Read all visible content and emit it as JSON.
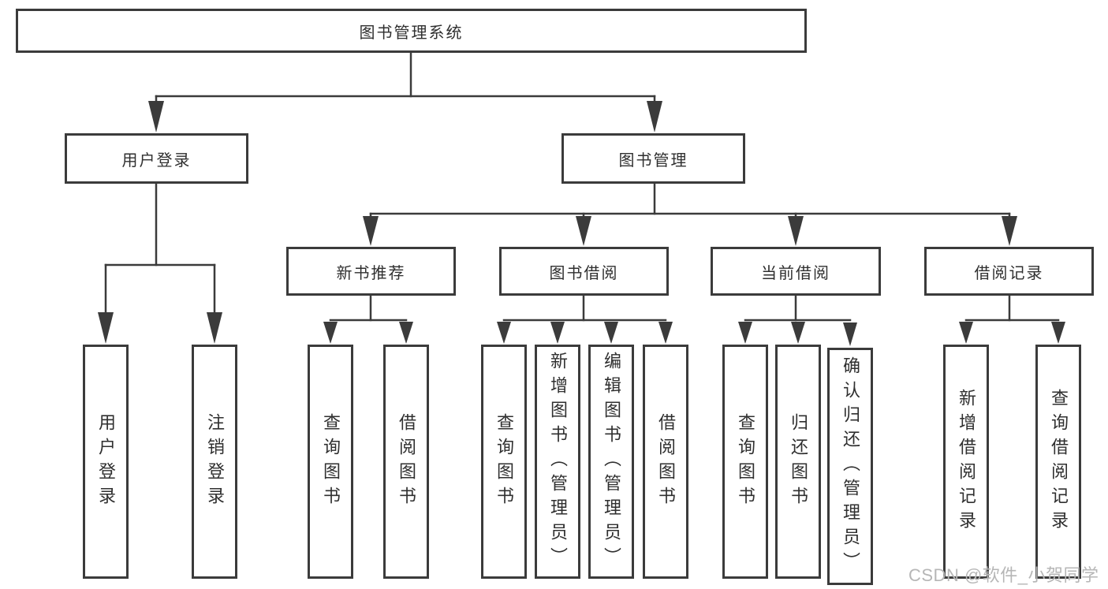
{
  "tree": {
    "label": "图书管理系统",
    "children": [
      {
        "label": "用户登录",
        "children": [
          {
            "label": "用户登录"
          },
          {
            "label": "注销登录"
          }
        ]
      },
      {
        "label": "图书管理",
        "children": [
          {
            "label": "新书推荐",
            "children": [
              {
                "label": "查询图书"
              },
              {
                "label": "借阅图书"
              }
            ]
          },
          {
            "label": "图书借阅",
            "children": [
              {
                "label": "查询图书"
              },
              {
                "label": "新增图书（管理员）"
              },
              {
                "label": "编辑图书（管理员）"
              },
              {
                "label": "借阅图书"
              }
            ]
          },
          {
            "label": "当前借阅",
            "children": [
              {
                "label": "查询图书"
              },
              {
                "label": "归还图书"
              },
              {
                "label": "确认归还（管理员）"
              }
            ]
          },
          {
            "label": "借阅记录",
            "children": [
              {
                "label": "新增借阅记录"
              },
              {
                "label": "查询借阅记录"
              }
            ]
          }
        ]
      }
    ]
  },
  "watermark": {
    "text": "CSDN @软件_小贺同学"
  },
  "colors": {
    "line": "#3b3b3b",
    "text": "#2f2f2f",
    "watermark": "#b6b6b6",
    "background": "#ffffff"
  }
}
